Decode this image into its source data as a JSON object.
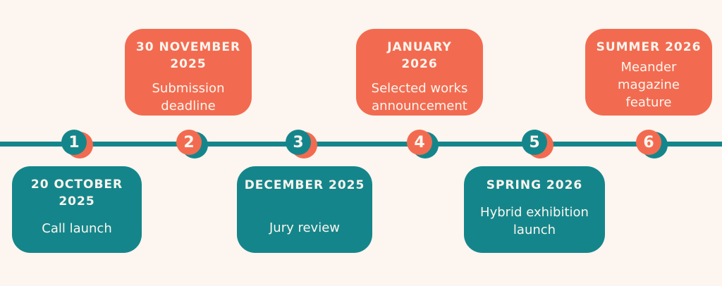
{
  "colors": {
    "teal": "#14868b",
    "coral": "#f26b50",
    "background": "#fdf5ef"
  },
  "milestones": [
    {
      "number": "1",
      "date": "20 OCTOBER 2025",
      "description": "Call launch",
      "position": "below",
      "color": "teal"
    },
    {
      "number": "2",
      "date": "30 NOVEMBER 2025",
      "description": "Submission deadline",
      "position": "above",
      "color": "coral"
    },
    {
      "number": "3",
      "date": "DECEMBER 2025",
      "description": "Jury review",
      "position": "below",
      "color": "teal"
    },
    {
      "number": "4",
      "date": "JANUARY 2026",
      "description": "Selected works announcement",
      "position": "above",
      "color": "coral"
    },
    {
      "number": "5",
      "date": "SPRING 2026",
      "description": "Hybrid exhibition launch",
      "position": "below",
      "color": "teal"
    },
    {
      "number": "6",
      "date": "SUMMER 2026",
      "description": "Meander magazine feature",
      "position": "above",
      "color": "coral"
    }
  ]
}
